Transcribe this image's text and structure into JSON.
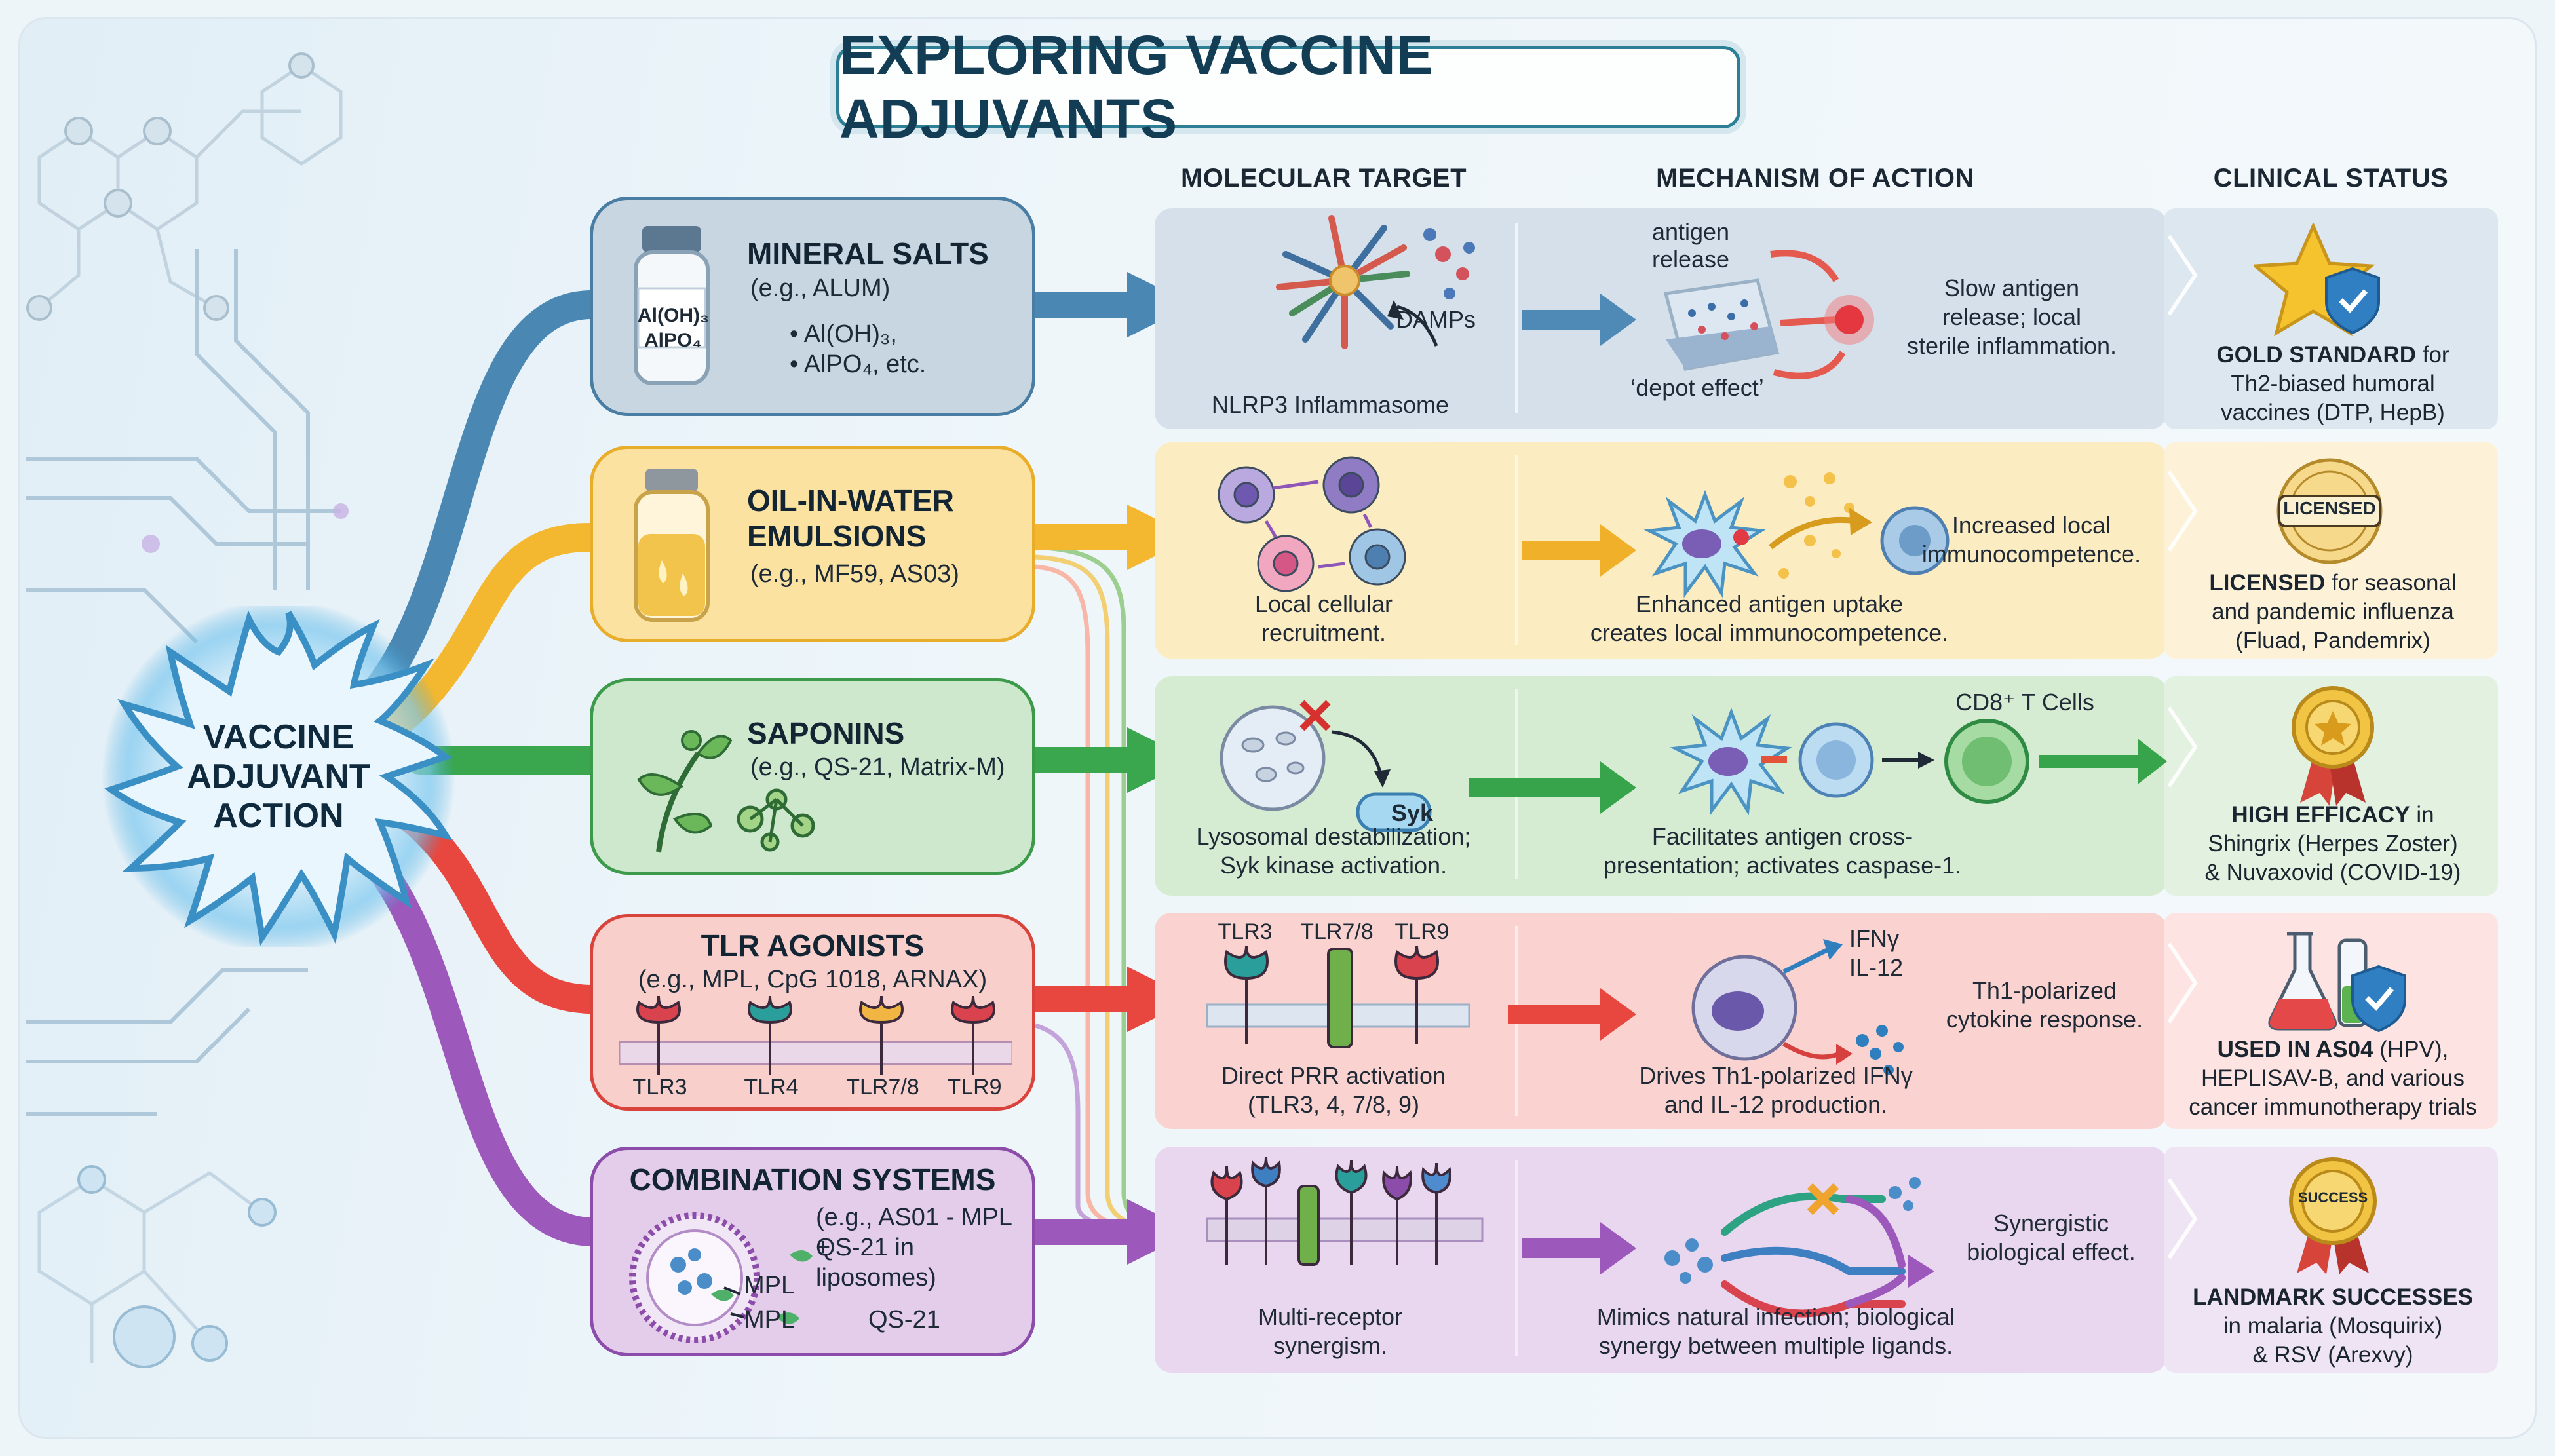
{
  "title": "EXPLORING VACCINE ADJUVANTS",
  "headers": {
    "target": "MOLECULAR TARGET",
    "mechanism": "MECHANISM OF ACTION",
    "status": "CLINICAL STATUS"
  },
  "hub": {
    "line1": "VACCINE",
    "line2": "ADJUVANT",
    "line3": "ACTION"
  },
  "colors": {
    "mineral": "#3f7fab",
    "oil": "#f2b52a",
    "saponin": "#35a34a",
    "tlr": "#e8473f",
    "combo": "#9b55b8"
  },
  "rows": [
    {
      "title": "MINERAL SALTS",
      "subtitle": "(e.g., ALUM)",
      "bullets": [
        "• Al(OH)₃,",
        "• AlPO₄, etc."
      ],
      "bottle_label": [
        "Al(OH)₃",
        "AlPO₄"
      ],
      "target_labels": [
        "DAMPs",
        "NLRP3 Inflammasome"
      ],
      "mech_labels": [
        "antigen",
        "release",
        "‘depot effect’"
      ],
      "mech_caption": [
        "Slow antigen",
        "release; local",
        "sterile inflammation."
      ],
      "status_bold": "GOLD STANDARD",
      "status_rest": " for",
      "status_lines": [
        "Th2-biased humoral",
        "vaccines (DTP, HepB)"
      ]
    },
    {
      "title_lines": [
        "OIL-IN-WATER",
        "EMULSIONS"
      ],
      "subtitle": "(e.g., MF59, AS03)",
      "target_caption": [
        "Local cellular",
        "recruitment."
      ],
      "mech_caption": [
        "Enhanced antigen uptake",
        "creates local immunocompetence."
      ],
      "mech_side": [
        "Increased local",
        "immunocompetence."
      ],
      "badge": "LICENSED",
      "status_bold": "LICENSED",
      "status_rest": " for seasonal",
      "status_lines": [
        "and pandemic influenza",
        "(Fluad, Pandemrix)"
      ]
    },
    {
      "title": "SAPONINS",
      "subtitle": "(e.g., QS-21, Matrix-M)",
      "syk": "Syk",
      "target_caption": [
        "Lysosomal destabilization;",
        "Syk kinase activation."
      ],
      "cd8": "CD8⁺ T Cells",
      "mech_caption": [
        "Facilitates antigen cross-",
        "presentation; activates caspase-1."
      ],
      "status_bold": "HIGH EFFICACY",
      "status_rest": " in",
      "status_lines": [
        "Shingrix (Herpes Zoster)",
        "& Nuvaxovid (COVID-19)"
      ]
    },
    {
      "title": "TLR AGONISTS",
      "subtitle": "(e.g., MPL, CpG 1018, ARNAX)",
      "receptors": [
        "TLR3",
        "TLR4",
        "TLR7/8",
        "TLR9"
      ],
      "target_receptors": [
        "TLR3",
        "TLR7/8",
        "TLR9"
      ],
      "target_caption": [
        "Direct PRR activation",
        "(TLR3, 4, 7/8, 9)"
      ],
      "cytokines": [
        "IFNγ",
        "IL-12"
      ],
      "mech_caption": [
        "Drives Th1-polarized IFNγ",
        "and IL-12 production."
      ],
      "mech_side": [
        "Th1-polarized",
        "cytokine response."
      ],
      "status_bold": "USED IN AS04",
      "status_rest": " (HPV),",
      "status_lines": [
        "HEPLISAV-B, and various",
        "cancer immunotherapy trials"
      ]
    },
    {
      "title": "COMBINATION SYSTEMS",
      "subtitle_lines": [
        "(e.g., AS01 - MPL +",
        "QS-21 in liposomes)"
      ],
      "labels": [
        "MPL",
        "MPL",
        "QS-21"
      ],
      "target_caption": [
        "Multi-receptor",
        "synergism."
      ],
      "mech_caption": [
        "Mimics natural infection; biological",
        "synergy between multiple ligands."
      ],
      "mech_side": [
        "Synergistic",
        "biological effect."
      ],
      "badge": "SUCCESS",
      "status_bold": "LANDMARK SUCCESSES",
      "status_lines": [
        "in malaria (Mosquirix)",
        "& RSV (Arexvy)"
      ]
    }
  ]
}
